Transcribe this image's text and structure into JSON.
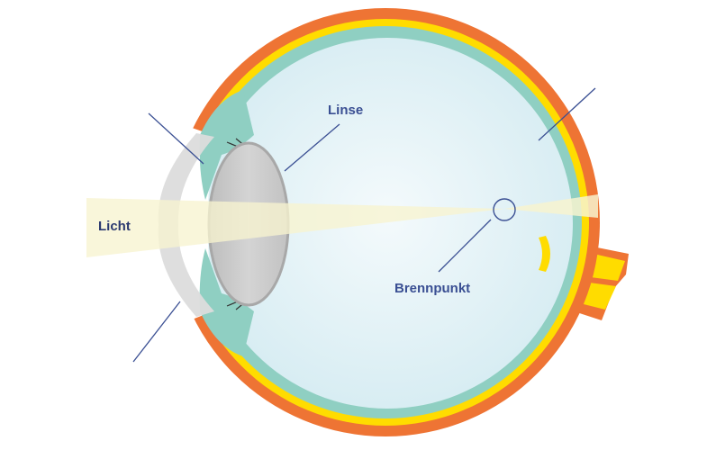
{
  "diagram": {
    "labels": {
      "light": "Licht",
      "lens": "Linse",
      "focal_point": "Brennpunkt"
    },
    "colors": {
      "sclera": "#ee7434",
      "retina": "#ffdc00",
      "choroid": "#8fcfc2",
      "vitreous": "#e3f1f6",
      "lens": "#c9c9c9",
      "cornea": "#dcdcdc",
      "light_beam": "#f7f3cf",
      "leader_line": "#3a4f93"
    }
  }
}
